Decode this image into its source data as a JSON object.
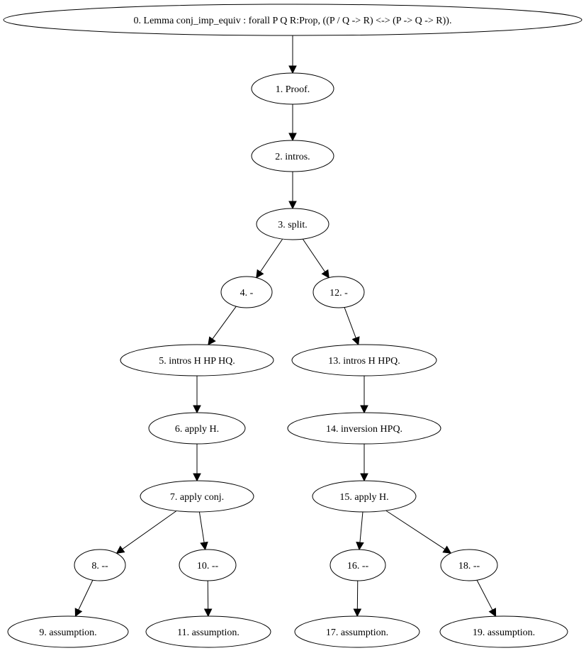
{
  "nodes": [
    {
      "id": "n0",
      "label": "0. Lemma conj_imp_equiv : forall P Q R:Prop, ((P / Q -> R) <-> (P -> Q -> R))."
    },
    {
      "id": "n1",
      "label": "1. Proof."
    },
    {
      "id": "n2",
      "label": "2. intros."
    },
    {
      "id": "n3",
      "label": "3. split."
    },
    {
      "id": "n4",
      "label": "4. -"
    },
    {
      "id": "n5",
      "label": "5. intros H HP HQ."
    },
    {
      "id": "n6",
      "label": "6. apply H."
    },
    {
      "id": "n7",
      "label": "7. apply conj."
    },
    {
      "id": "n8",
      "label": "8. --"
    },
    {
      "id": "n9",
      "label": "9. assumption."
    },
    {
      "id": "n10",
      "label": "10. --"
    },
    {
      "id": "n11",
      "label": "11. assumption."
    },
    {
      "id": "n12",
      "label": "12. -"
    },
    {
      "id": "n13",
      "label": "13. intros H HPQ."
    },
    {
      "id": "n14",
      "label": "14. inversion HPQ."
    },
    {
      "id": "n15",
      "label": "15. apply H."
    },
    {
      "id": "n16",
      "label": "16. --"
    },
    {
      "id": "n17",
      "label": "17. assumption."
    },
    {
      "id": "n18",
      "label": "18. --"
    },
    {
      "id": "n19",
      "label": "19. assumption."
    }
  ],
  "edges": [
    [
      "n0",
      "n1"
    ],
    [
      "n1",
      "n2"
    ],
    [
      "n2",
      "n3"
    ],
    [
      "n3",
      "n4"
    ],
    [
      "n3",
      "n12"
    ],
    [
      "n4",
      "n5"
    ],
    [
      "n5",
      "n6"
    ],
    [
      "n6",
      "n7"
    ],
    [
      "n7",
      "n8"
    ],
    [
      "n7",
      "n10"
    ],
    [
      "n8",
      "n9"
    ],
    [
      "n10",
      "n11"
    ],
    [
      "n12",
      "n13"
    ],
    [
      "n13",
      "n14"
    ],
    [
      "n14",
      "n15"
    ],
    [
      "n15",
      "n16"
    ],
    [
      "n15",
      "n18"
    ],
    [
      "n16",
      "n17"
    ],
    [
      "n18",
      "n19"
    ]
  ]
}
